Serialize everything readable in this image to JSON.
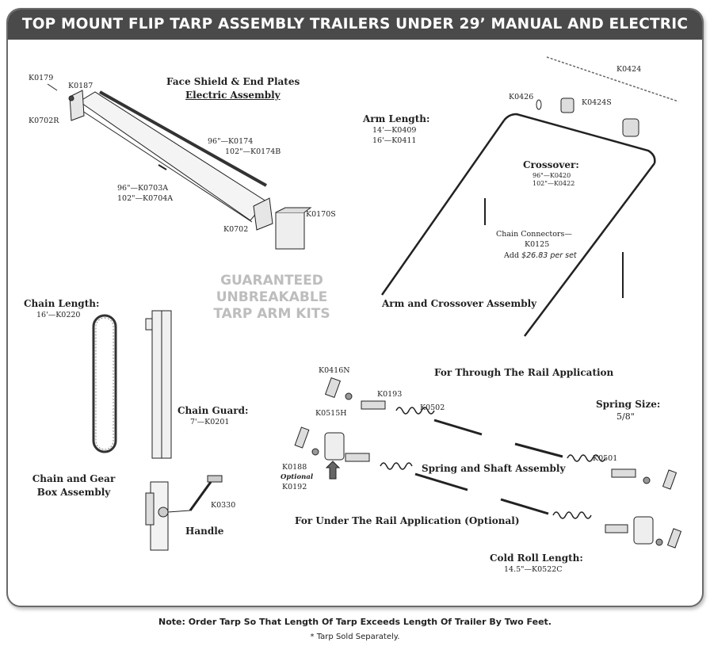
{
  "title": "TOP MOUNT FLIP TARP ASSEMBLY TRAILERS UNDER 29’ MANUAL AND ELECTRIC",
  "face_shield": {
    "heading_1": "Face Shield & End Plates",
    "heading_2": "Electric Assembly",
    "parts": {
      "k0179": "K0179",
      "k0187": "K0187",
      "k0702r": "K0702R",
      "k0174": "96\"—K0174",
      "k0174b": "102\"—K0174B",
      "k0703a": "96\"—K0703A",
      "k0704a": "102\"—K0704A",
      "k0702": "K0702",
      "k0170s": "K0170S"
    }
  },
  "arm_assembly": {
    "arm_length_heading": "Arm Length:",
    "arm_14": "14'—K0409",
    "arm_16": "16'—K0411",
    "k0424": "K0424",
    "k0426": "K0426",
    "k0424s": "K0424S",
    "crossover_heading": "Crossover:",
    "crossover_96": "96\"—K0420",
    "crossover_102": "102\"—K0422",
    "chain_connectors": "Chain Connectors—",
    "k0125": "K0125",
    "add_prefix": "Add",
    "add_price": "$26.83 per set",
    "caption": "Arm and Crossover Assembly"
  },
  "guarantee": {
    "line1": "GUARANTEED",
    "line2": "UNBREAKABLE",
    "line3": "TARP ARM KITS"
  },
  "chain": {
    "length_heading": "Chain Length:",
    "length_value": "16'—K0220",
    "guard_heading": "Chain Guard:",
    "guard_value": "7'—K0201",
    "caption_1": "Chain and Gear",
    "caption_2": "Box Assembly",
    "k0330": "K0330",
    "handle": "Handle"
  },
  "spring": {
    "through_rail": "For Through The Rail Application",
    "k0416n": "K0416N",
    "k0193": "K0193",
    "k0515h": "K0515H",
    "k0502": "K0502",
    "spring_size_heading": "Spring Size:",
    "spring_size_value": "5/8\"",
    "k0188": "K0188",
    "optional": "Optional",
    "k0192": "K0192",
    "assembly_caption": "Spring and Shaft Assembly",
    "k0501": "K0501",
    "under_rail": "For Under The Rail Application (Optional)",
    "cold_roll_heading": "Cold Roll Length:",
    "cold_roll_value": "14.5\"—K0522C"
  },
  "footer": {
    "note": "Note: Order Tarp So That Length Of Tarp Exceeds Length Of Trailer By Two Feet.",
    "sold_separately": "* Tarp Sold Separately."
  }
}
